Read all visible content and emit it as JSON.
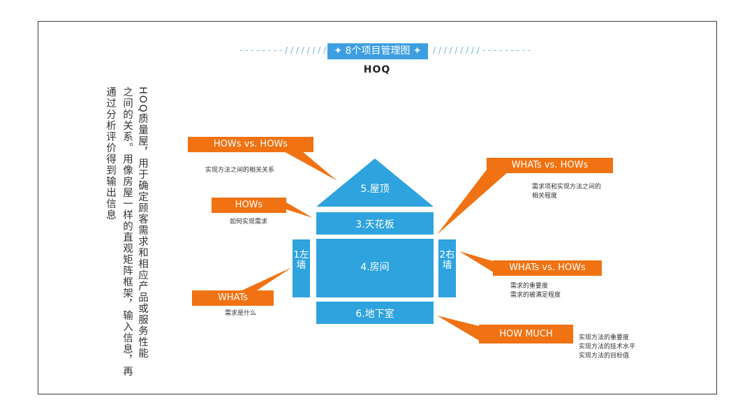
{
  "header": {
    "title": "8个项目管理图",
    "subtitle": "HOQ",
    "left_deco": "- - - - - - - - / / / / / / / / /",
    "right_deco": "/ / / / / / / / / - - - - - - - - -"
  },
  "description": {
    "columns": [
      "HOQ质量屋，用于确定顾客需求和相应产品或服务性能",
      "之间的关系。用像房屋一样的直观矩阵框架，输入信息，再",
      "通过分析评价得到输出信息"
    ]
  },
  "house": {
    "roof": "5.屋顶",
    "ceiling": "3.天花板",
    "room": "4.房间",
    "basement": "6.地下室",
    "left_wall": "1左墙",
    "right_wall": "2右墙"
  },
  "callouts": {
    "hows_vs_hows": {
      "label": "HOWs vs. HOWs",
      "note": [
        "实现方法之间的相关关系"
      ]
    },
    "hows": {
      "label": "HOWs",
      "note": [
        "如何实现需求"
      ]
    },
    "whats": {
      "label": "WHATs",
      "note": [
        "需求是什么"
      ]
    },
    "whats_vs_hows_top": {
      "label": "WHATs vs. HOWs",
      "note": [
        "需求项和实现方法之间的",
        "相关程度"
      ]
    },
    "whats_vs_hows_mid": {
      "label": "WHATs vs. HOWs",
      "note": [
        "需求的重要度",
        "需求的被满足程度"
      ]
    },
    "how_much": {
      "label": "HOW MUCH",
      "note": [
        "实现方法的重要度",
        "实现方法的技术水平",
        "实现方法的目标值"
      ]
    }
  },
  "colors": {
    "house_blue": "#2ea3dd",
    "callout_orange": "#f07212",
    "badge_blue": "#3d9fe0"
  }
}
